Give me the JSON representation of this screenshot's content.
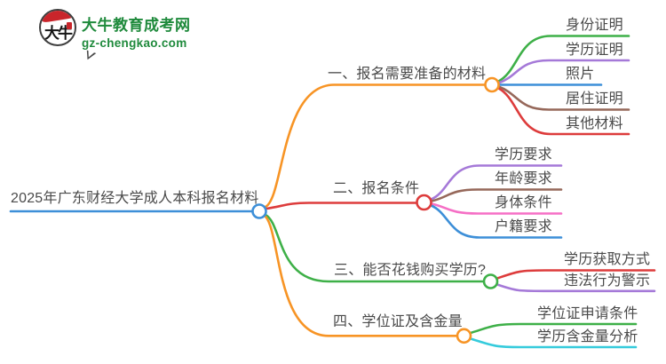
{
  "logo": {
    "brand_name": "大牛教育成考网",
    "domain": "gz-chengkao.com",
    "icon_text": "大牛"
  },
  "colors": {
    "text": "#4a4a4a",
    "blue": "#3d8fd8",
    "orange": "#f79425",
    "red": "#dd3c3c",
    "green": "#3eb048",
    "purple": "#a579d8",
    "brown": "#96685a",
    "pink": "#f56fc5",
    "cyan": "#35cbdc",
    "logo_green": "#1f8a3c",
    "logo_red": "#c9252b"
  },
  "mindmap": {
    "root": {
      "label": "2025年广东财经大学成人本科报名材料",
      "color": "#3d8fd8"
    },
    "branches": [
      {
        "label": "一、报名需要准备的材料",
        "color": "#f79425",
        "children": [
          {
            "label": "身份证明",
            "color": "#3eb048"
          },
          {
            "label": "学历证明",
            "color": "#a579d8"
          },
          {
            "label": "照片",
            "color": "#3d8fd8"
          },
          {
            "label": "居住证明",
            "color": "#96685a"
          },
          {
            "label": "其他材料",
            "color": "#dd3c3c"
          }
        ]
      },
      {
        "label": "二、报名条件",
        "color": "#dd3c3c",
        "children": [
          {
            "label": "学历要求",
            "color": "#a579d8"
          },
          {
            "label": "年龄要求",
            "color": "#96685a"
          },
          {
            "label": "身体条件",
            "color": "#f56fc5"
          },
          {
            "label": "户籍要求",
            "color": "#3d8fd8"
          }
        ]
      },
      {
        "label": "三、能否花钱购买学历?",
        "color": "#3eb048",
        "children": [
          {
            "label": "学历获取方式",
            "color": "#dd3c3c"
          },
          {
            "label": "违法行为警示",
            "color": "#a579d8"
          }
        ]
      },
      {
        "label": "四、学位证及含金量",
        "color": "#f79425",
        "children": [
          {
            "label": "学位证申请条件",
            "color": "#3eb048"
          },
          {
            "label": "学历含金量分析",
            "color": "#35cbdc"
          }
        ]
      }
    ]
  }
}
